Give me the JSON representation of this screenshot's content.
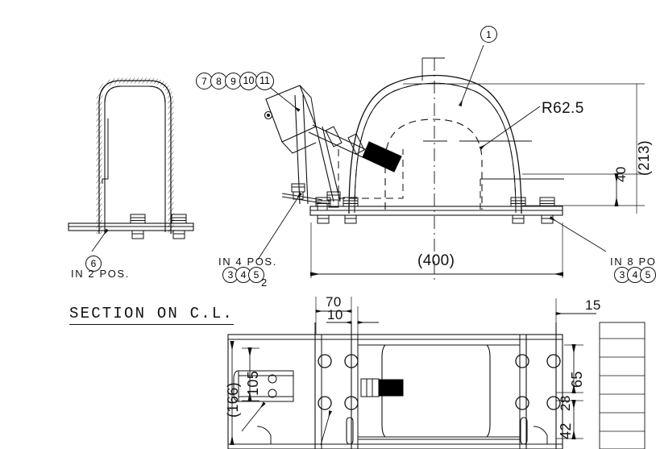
{
  "drawing": {
    "title_section": "SECTION ON C.L.",
    "sheet_type": "mechanical-assembly-drawing"
  },
  "balloons": {
    "item_1": "1",
    "item_6": "6",
    "group_top": [
      "7",
      "8",
      "9",
      "10",
      "11"
    ],
    "group_left_pos": [
      "3",
      "4",
      "5"
    ],
    "group_left_qty": "2",
    "group_right_pos": [
      "3",
      "4",
      "5"
    ]
  },
  "notes": {
    "in_2_pos": "IN 2 POS.",
    "in_4_pos": "IN 4 POS.",
    "in_8_pos": "IN 8 PO"
  },
  "dimensions": {
    "radius": "R62.5",
    "overall_length": "(400)",
    "height_overall": "(213)",
    "plate_height": "40",
    "plan_70": "70",
    "plan_10": "10",
    "plan_15": "15",
    "plan_166": "(166)",
    "plan_105": "105",
    "plan_65": "65",
    "plan_28": "28",
    "plan_42": "42"
  },
  "colors": {
    "line": "#111111",
    "background": "#ffffff",
    "solid_fill": "#000000"
  }
}
